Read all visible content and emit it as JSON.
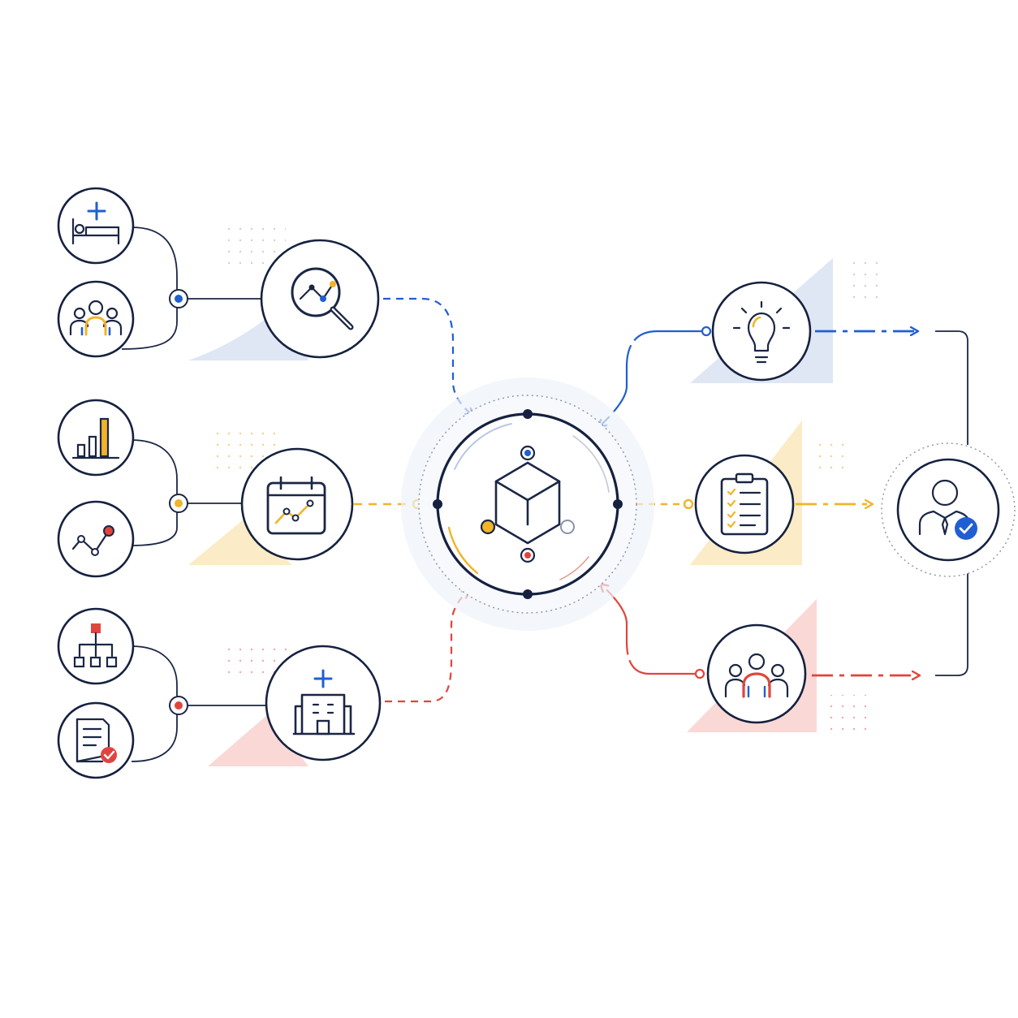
{
  "colors": {
    "navy": "#15213f",
    "blue": "#1f5fd1",
    "yellow": "#f2b428",
    "red": "#e0453d",
    "blue_tint": "#dfe6f4",
    "yellow_tint": "#fbebc6",
    "red_tint": "#f9d8d6",
    "hub_halo": "#eef2f9",
    "dot_grid": "#c9d0df"
  },
  "diagram": {
    "rows": [
      {
        "color": "blue",
        "inputs": [
          "hospital-bed-icon",
          "patient-group-icon"
        ],
        "process": "trend-search-icon",
        "output": "lightbulb-icon"
      },
      {
        "color": "yellow",
        "inputs": [
          "bar-chart-icon",
          "line-trend-icon"
        ],
        "process": "calendar-trend-icon",
        "output": "checklist-clipboard-icon"
      },
      {
        "color": "red",
        "inputs": [
          "org-hierarchy-icon",
          "approved-document-icon"
        ],
        "process": "hospital-building-icon",
        "output": "care-team-icon"
      }
    ],
    "hub": "data-cube-hub-icon",
    "destination": "verified-professional-icon"
  }
}
